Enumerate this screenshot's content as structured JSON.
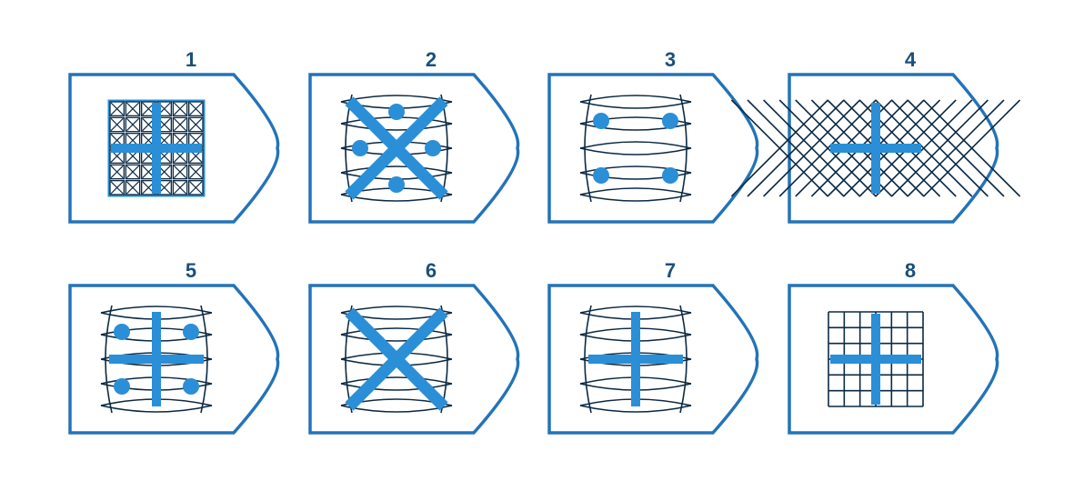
{
  "colors": {
    "ink": "#1a4f7e",
    "blue": "#2a8fd6",
    "outline": "#2373b8",
    "bg": "#ffffff"
  },
  "panels": [
    {
      "label": "1",
      "pattern": "boxed-x-grid",
      "accent": "cross",
      "dots": "none"
    },
    {
      "label": "2",
      "pattern": "curved-threads",
      "accent": "saltire",
      "dots": "diamond"
    },
    {
      "label": "3",
      "pattern": "curved-threads",
      "accent": "none",
      "dots": "corners"
    },
    {
      "label": "4",
      "pattern": "diagonal-lattice",
      "accent": "cross",
      "dots": "none"
    },
    {
      "label": "5",
      "pattern": "curved-threads",
      "accent": "cross",
      "dots": "corners"
    },
    {
      "label": "6",
      "pattern": "curved-threads",
      "accent": "saltire",
      "dots": "none"
    },
    {
      "label": "7",
      "pattern": "curved-threads",
      "accent": "cross",
      "dots": "none"
    },
    {
      "label": "8",
      "pattern": "square-grid",
      "accent": "cross",
      "dots": "none"
    }
  ]
}
